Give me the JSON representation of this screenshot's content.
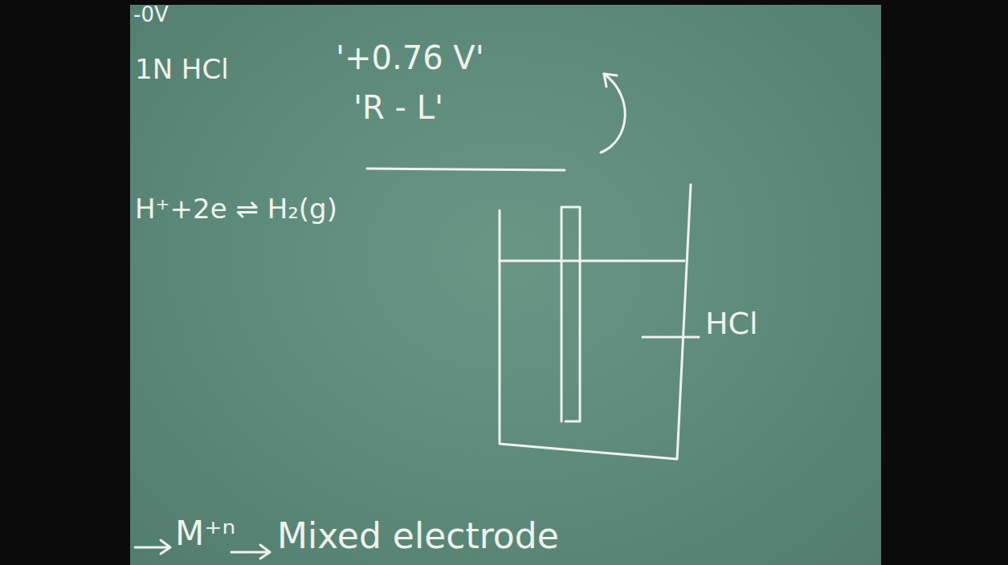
{
  "diagram": {
    "labels": [
      "-0V",
      "1N HCl",
      "'+0.76 V'",
      "'R - L'",
      "H⁺+2e ⇌ H₂(g)",
      "HCl",
      "M⁺ⁿ",
      "Mixed electrode"
    ]
  }
}
